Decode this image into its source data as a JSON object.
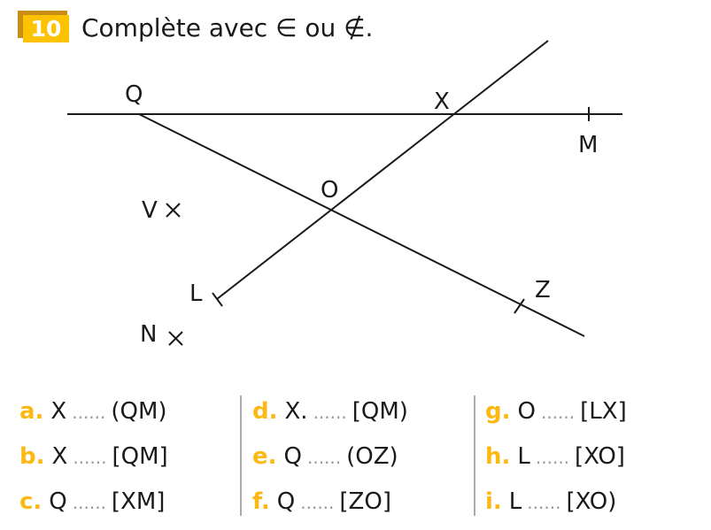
{
  "exercise": {
    "number": "10",
    "instruction": "Complète avec ∈ ou ∉."
  },
  "figure": {
    "labels": {
      "Q": "Q",
      "X": "X",
      "M": "M",
      "O": "O",
      "V": "V",
      "L": "L",
      "Z": "Z",
      "N": "N"
    }
  },
  "items": [
    {
      "letter": "a.",
      "point": "X",
      "blank": "......",
      "set": "(QM)"
    },
    {
      "letter": "b.",
      "point": "X",
      "blank": "......",
      "set": "[QM]"
    },
    {
      "letter": "c.",
      "point": "Q",
      "blank": "......",
      "set": "[XM]"
    },
    {
      "letter": "d.",
      "point": "X.",
      "blank": "......",
      "set": "[QM)"
    },
    {
      "letter": "e.",
      "point": "Q",
      "blank": "......",
      "set": "(OZ)"
    },
    {
      "letter": "f.",
      "point": "Q",
      "blank": "......",
      "set": "[ZO]"
    },
    {
      "letter": "g.",
      "point": "O",
      "blank": "......",
      "set": "[LX]"
    },
    {
      "letter": "h.",
      "point": "L",
      "blank": "......",
      "set": "[XO]"
    },
    {
      "letter": "i.",
      "point": "L",
      "blank": "......",
      "set": "[XO)"
    }
  ],
  "colors": {
    "accent": "#fdc300",
    "accent_dark": "#c98e12",
    "letters": "#fdb913"
  }
}
